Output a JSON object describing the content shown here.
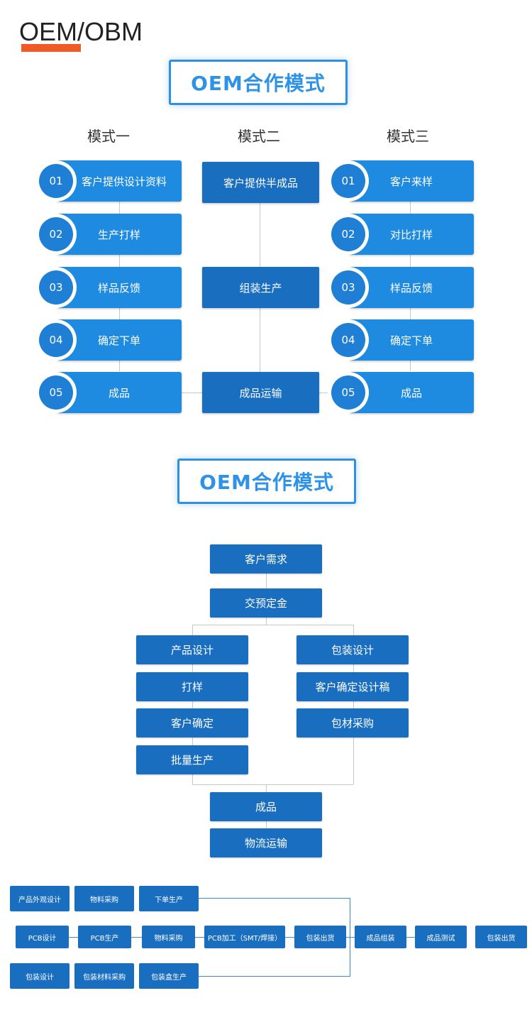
{
  "header": {
    "title": "OEM/OBM"
  },
  "section1": {
    "banner": "OEM合作模式",
    "columns": [
      {
        "title": "模式一",
        "steps": [
          {
            "num": "01",
            "label": "客户提供设计资料"
          },
          {
            "num": "02",
            "label": "生产打样"
          },
          {
            "num": "03",
            "label": "样品反馈"
          },
          {
            "num": "04",
            "label": "确定下单"
          },
          {
            "num": "05",
            "label": "成品"
          }
        ]
      },
      {
        "title": "模式二",
        "steps": [
          {
            "label": "客户提供半成品"
          },
          {
            "label": "组装生产"
          },
          {
            "label": "成品运输"
          }
        ]
      },
      {
        "title": "模式三",
        "steps": [
          {
            "num": "01",
            "label": "客户来样"
          },
          {
            "num": "02",
            "label": "对比打样"
          },
          {
            "num": "03",
            "label": "样品反馈"
          },
          {
            "num": "04",
            "label": "确定下单"
          },
          {
            "num": "05",
            "label": "成品"
          }
        ]
      }
    ]
  },
  "section2": {
    "banner": "OEM合作模式",
    "top": [
      "客户需求",
      "交预定金"
    ],
    "left": [
      "产品设计",
      "打样",
      "客户确定",
      "批量生产"
    ],
    "right": [
      "包装设计",
      "客户确定设计稿",
      "包材采购"
    ],
    "bottom": [
      "成品",
      "物流运输"
    ]
  },
  "section3": {
    "row1": [
      "产品外观设计",
      "物料采购",
      "下单生产"
    ],
    "row2": [
      "PCB设计",
      "PCB生产",
      "物料采购",
      "PCB加工（SMT/焊接）",
      "包装出货",
      "成品组装",
      "成品测试",
      "包装出货"
    ],
    "row3": [
      "包装设计",
      "包装材料采购",
      "包装盒生产"
    ]
  }
}
